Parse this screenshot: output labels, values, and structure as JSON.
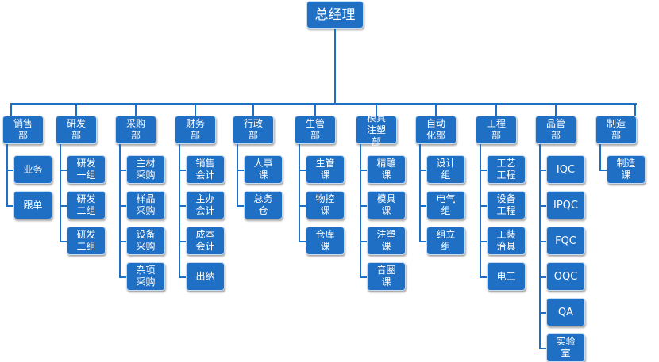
{
  "colors": {
    "box_fill": "#1f6fc4",
    "box_text": "#ffffff",
    "connector": "#1f6fc4",
    "background": "#ffffff"
  },
  "ceo": {
    "name": "总经理"
  },
  "departments": [
    {
      "name": "销售\n部",
      "units": [
        "业务",
        "跟单"
      ]
    },
    {
      "name": "研发\n部",
      "units": [
        "研发\n一组",
        "研发\n二组",
        "研发\n二组"
      ]
    },
    {
      "name": "采购\n部",
      "units": [
        "主材\n采购",
        "样品\n采购",
        "设备\n采购",
        "杂项\n采购"
      ]
    },
    {
      "name": "财务\n部",
      "units": [
        "销售\n会计",
        "主办\n会计",
        "成本\n会计",
        "出纳"
      ]
    },
    {
      "name": "行政\n部",
      "units": [
        "人事\n课",
        "总务\n仓"
      ]
    },
    {
      "name": "生管\n部",
      "units": [
        "生管\n课",
        "物控\n课",
        "仓库\n课"
      ]
    },
    {
      "name": "模具\n注塑\n部",
      "units": [
        "精雕\n课",
        "模具\n课",
        "注塑\n课",
        "音圈\n课"
      ]
    },
    {
      "name": "自动\n化部",
      "units": [
        "设计\n组",
        "电气\n组",
        "组立\n组"
      ]
    },
    {
      "name": "工程\n部",
      "units": [
        "工艺\n工程",
        "设备\n工程",
        "工装\n治具",
        "电工"
      ]
    },
    {
      "name": "品管\n部",
      "units": [
        "IQC",
        "IPQC",
        "FQC",
        "OQC",
        "QA",
        "实验\n室"
      ]
    },
    {
      "name": "制造\n部",
      "units": [
        "制造\n课"
      ]
    }
  ]
}
